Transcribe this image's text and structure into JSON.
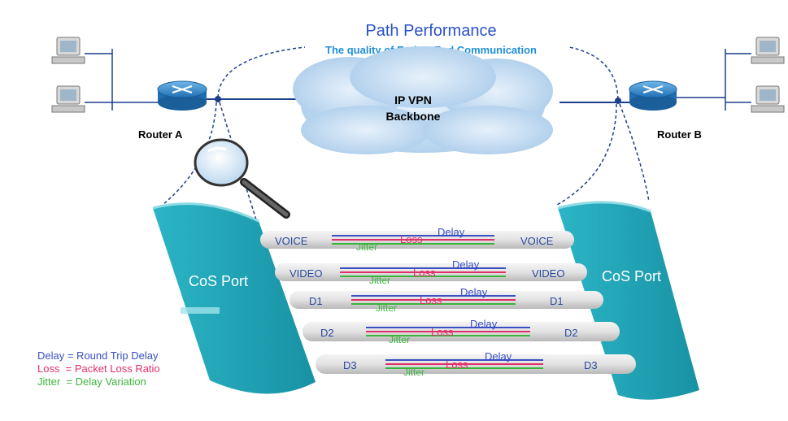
{
  "title": "Path Performance",
  "subtitle": "The quality of End-to-End Communication",
  "backbone": {
    "line1": "IP VPN",
    "line2": "Backbone"
  },
  "routers": {
    "a": "Router A",
    "b": "Router B"
  },
  "ports": {
    "left": "CoS Port",
    "right": "CoS Port"
  },
  "metrics": {
    "delay": "Delay",
    "loss": "Loss",
    "jitter": "Jitter"
  },
  "classes": [
    {
      "left": "VOICE",
      "right": "VOICE"
    },
    {
      "left": "VIDEO",
      "right": "VIDEO"
    },
    {
      "left": "D1",
      "right": "D1"
    },
    {
      "left": "D2",
      "right": "D2"
    },
    {
      "left": "D3",
      "right": "D3"
    }
  ],
  "legend": [
    {
      "text": "Delay = Round Trip Delay",
      "color": "#3a4fc4"
    },
    {
      "text": "Loss  = Packet Loss Ratio",
      "color": "#e0306a"
    },
    {
      "text": "Jitter  = Delay Variation",
      "color": "#3cb43c"
    }
  ],
  "colors": {
    "title": "#2a52c8",
    "subtitle": "#1e8fd8",
    "port": "#1fa7b8",
    "delay": "#3a4fc4",
    "loss": "#e0306a",
    "jitter": "#3cb43c"
  },
  "icons": [
    "computer-icon",
    "router-icon",
    "magnifier-icon",
    "cloud-icon"
  ]
}
